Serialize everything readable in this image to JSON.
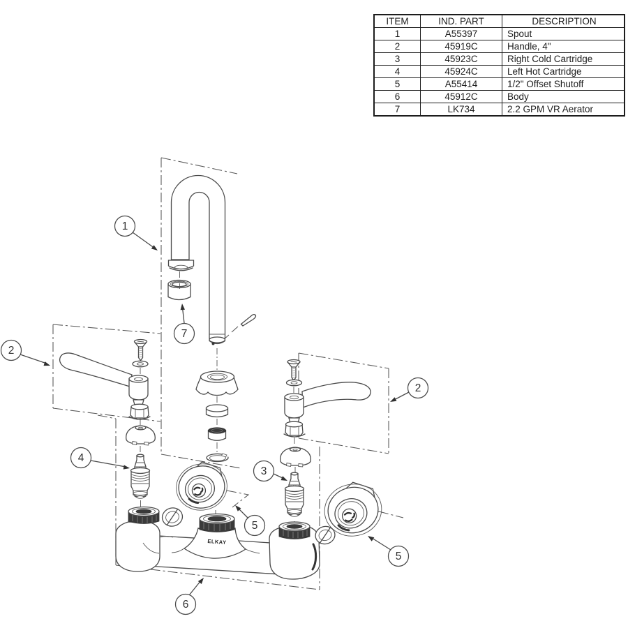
{
  "parts_table": {
    "headers": [
      "ITEM",
      "IND. PART",
      "DESCRIPTION"
    ],
    "rows": [
      [
        "1",
        "A55397",
        "Spout"
      ],
      [
        "2",
        "45919C",
        "Handle, 4\""
      ],
      [
        "3",
        "45923C",
        "Right Cold Cartridge"
      ],
      [
        "4",
        "45924C",
        "Left Hot Cartridge"
      ],
      [
        "5",
        "A55414",
        "1/2\" Offset Shutoff"
      ],
      [
        "6",
        "45912C",
        "Body"
      ],
      [
        "7",
        "LK734",
        "2.2 GPM VR Aerator"
      ]
    ]
  },
  "diagram": {
    "brand_label": "ELKAY",
    "callouts": [
      {
        "id": "callout-1",
        "label": "1"
      },
      {
        "id": "callout-2-left",
        "label": "2"
      },
      {
        "id": "callout-2-right",
        "label": "2"
      },
      {
        "id": "callout-3",
        "label": "3"
      },
      {
        "id": "callout-4",
        "label": "4"
      },
      {
        "id": "callout-5-center",
        "label": "5"
      },
      {
        "id": "callout-5-right",
        "label": "5"
      },
      {
        "id": "callout-6",
        "label": "6"
      },
      {
        "id": "callout-7",
        "label": "7"
      }
    ],
    "colors": {
      "line": "#4a4a4a",
      "dark_fill": "#3a3a3a",
      "table_ink": "#1c1c1c"
    }
  }
}
